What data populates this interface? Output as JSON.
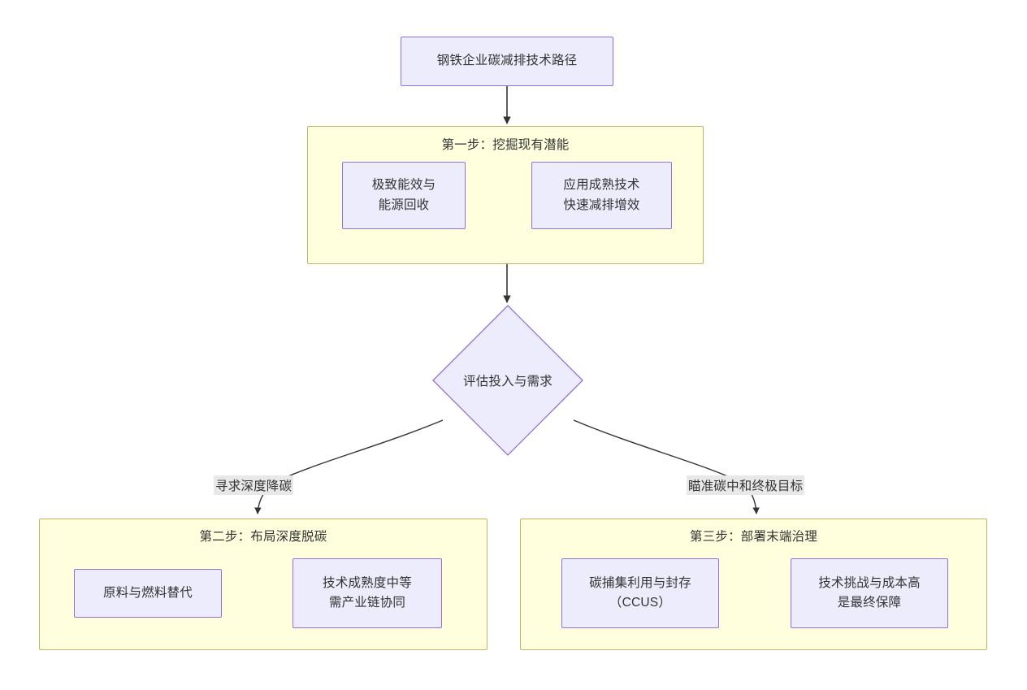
{
  "diagram": {
    "type": "flowchart",
    "direction": "top-down",
    "colors": {
      "node_fill": "#ECECFC",
      "node_stroke": "#9370DB",
      "subgraph_fill": "#FFFFDE",
      "subgraph_stroke": "#BDB76B",
      "edge_stroke": "#333333",
      "text": "#333333",
      "edge_label_bg": "#E8E8E8",
      "background": "#FFFFFF"
    },
    "root": {
      "label": "钢铁企业碳减排技术路径"
    },
    "decision": {
      "label": "评估投入与需求"
    },
    "subgraphs": [
      {
        "id": "step1",
        "title": "第一步：挖掘现有潜能",
        "nodes": [
          {
            "id": "s1n1",
            "label": "极致能效与\n能源回收"
          },
          {
            "id": "s1n2",
            "label": "应用成熟技术\n快速减排增效"
          }
        ]
      },
      {
        "id": "step2",
        "title": "第二步：布局深度脱碳",
        "nodes": [
          {
            "id": "s2n1",
            "label": "原料与燃料替代"
          },
          {
            "id": "s2n2",
            "label": "技术成熟度中等\n需产业链协同"
          }
        ]
      },
      {
        "id": "step3",
        "title": "第三步：部署末端治理",
        "nodes": [
          {
            "id": "s3n1",
            "label": "碳捕集利用与封存\n（CCUS）"
          },
          {
            "id": "s3n2",
            "label": "技术挑战与成本高\n是最终保障"
          }
        ]
      }
    ],
    "edge_labels": {
      "left": "寻求深度降碳",
      "right": "瞄准碳中和终极目标"
    }
  }
}
